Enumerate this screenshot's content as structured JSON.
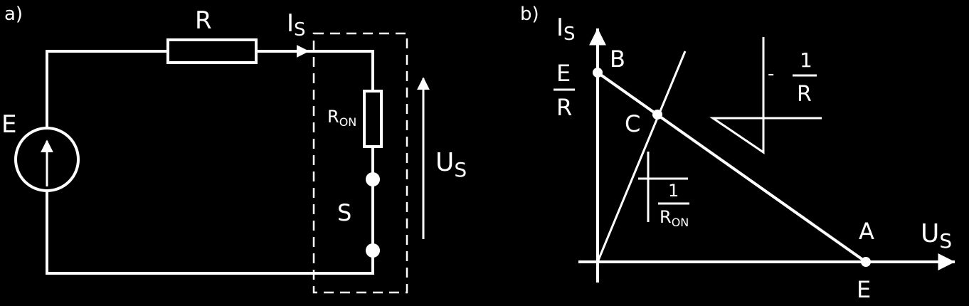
{
  "panel_a": {
    "label": "a)",
    "source_label": "E",
    "resistor_label": "R",
    "current_label": "I",
    "current_sub": "S",
    "ron_label": "R",
    "ron_sub": "ON",
    "switch_label": "S",
    "voltage_label": "U",
    "voltage_sub": "S"
  },
  "panel_b": {
    "label": "b)",
    "y_axis_label": "I",
    "y_axis_sub": "S",
    "x_axis_label": "U",
    "x_axis_sub": "S",
    "point_a": "A",
    "point_b": "B",
    "point_c": "C",
    "intercept_y_num": "E",
    "intercept_y_den": "R",
    "intercept_x": "E",
    "slope_load_sign": "-",
    "slope_load_num": "1",
    "slope_load_den": "R",
    "slope_on_num": "1",
    "slope_on_den": "R",
    "slope_on_den_sub": "ON"
  }
}
